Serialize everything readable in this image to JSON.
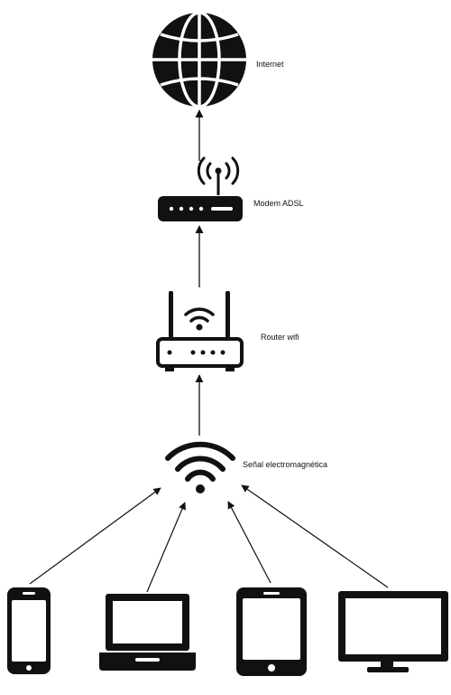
{
  "nodes": {
    "internet": {
      "label": "Internet",
      "icon": "globe-icon"
    },
    "modem": {
      "label": "Modem ADSL",
      "icon": "modem-icon"
    },
    "router": {
      "label": "Router wifi",
      "icon": "router-icon"
    },
    "signal": {
      "label": "Señal electromagnética",
      "icon": "wifi-signal-icon"
    }
  },
  "devices": [
    {
      "icon": "smartphone-icon"
    },
    {
      "icon": "laptop-icon"
    },
    {
      "icon": "tablet-icon"
    },
    {
      "icon": "monitor-icon"
    }
  ],
  "colors": {
    "stroke": "#111111",
    "background": "#ffffff"
  }
}
